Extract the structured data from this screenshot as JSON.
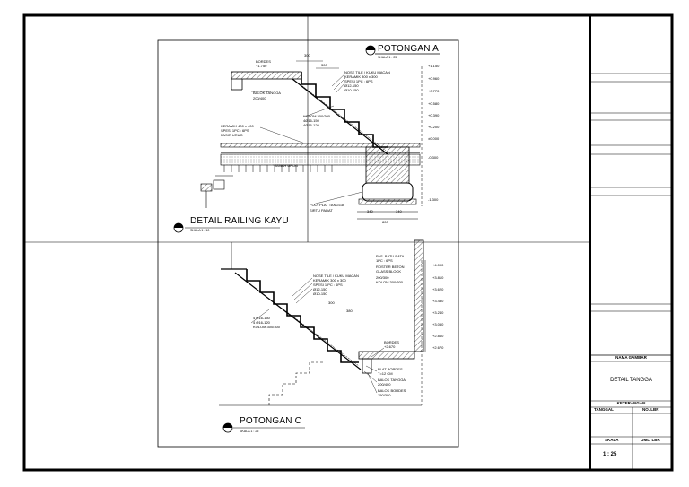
{
  "section_a": {
    "title": "POTONGAN A",
    "scale": "SKALA 1 : 25",
    "labels": {
      "bordes": "BORDES",
      "bordes_elev": "+1.750",
      "balok": "BALOK TANGGA",
      "balok_dim": "200/400",
      "dim300a": "300",
      "dim300b": "300",
      "nosing": "NOSE TILE / KUKU MACAN",
      "keramik": "KERAMIK 300 x 300",
      "spesi": "SPESI 1PC : 6PS",
      "r1": "Ø12-150",
      "r2": "Ø10-150",
      "kolom": "KOLOM 300/300",
      "k1": "4Ø16-150",
      "k2": "4Ø16-120",
      "lantai1": "KERAMIK 400 x 400",
      "lantai2": "SPESI 1PC : 6PS",
      "lantai3": "PASIR URUG",
      "tanah": "TANAH URUG",
      "footplat": "FOOTPLAT TANGGA",
      "sirtu": "SIRTU PADAT",
      "dim340a": "340",
      "dim340b": "340",
      "dim800": "800"
    },
    "levels": [
      "+1.150",
      "+0.960",
      "+0.770",
      "+0.580",
      "+0.390",
      "+0.200",
      "±0.000",
      "-0.300",
      "-1.300"
    ]
  },
  "railing": {
    "title": "DETAIL RAILING KAYU",
    "scale": "SKALA 1 : 10"
  },
  "section_c": {
    "title": "POTONGAN C",
    "scale": "SKALA 1 : 25",
    "labels": {
      "pas": "PAS. BATU BATA",
      "pas2": "1PC : 6PS",
      "roster": "ROSTER BETON",
      "roster2": "GLASS BLOCK",
      "roster3": "200/300",
      "roster4": "KOLOM 300/300",
      "nosing": "NOSE TILE / KUKU MACAN",
      "keramik": "KERAMIK 300 x 300",
      "spesi": "SPESI 1 PC : 6PS",
      "r1": "Ø12-150",
      "r2": "Ø10-150",
      "dim300": "300",
      "dim380": "380",
      "k1": "4 Ø16-150",
      "k2": "4 Ø16-120",
      "kolom": "KOLOM 300/300",
      "bordes": "BORDES",
      "bordes_elev": "+2.670",
      "plat": "PLAT BORDES",
      "plat2": "T=12 CM",
      "balok": "BALOK TANGGA",
      "balok2": "200/400",
      "balokb": "BALOK BORDES",
      "balokb2": "150/300"
    },
    "levels": [
      "+4.000",
      "+3.810",
      "+3.620",
      "+3.430",
      "+3.240",
      "+3.050",
      "+2.860",
      "+2.670"
    ]
  },
  "title_block": {
    "nama_gambar_label": "NAMA GAMBAR",
    "nama_gambar": "DETAIL TANGGA",
    "keterangan_label": "KETERANGAN",
    "tanggal_label": "TANGGAL",
    "no_lbr_label": "NO. LBR",
    "skala_label": "SKALA",
    "jml_lbr_label": "JML. LBR",
    "skala_value": "1 : 25"
  }
}
